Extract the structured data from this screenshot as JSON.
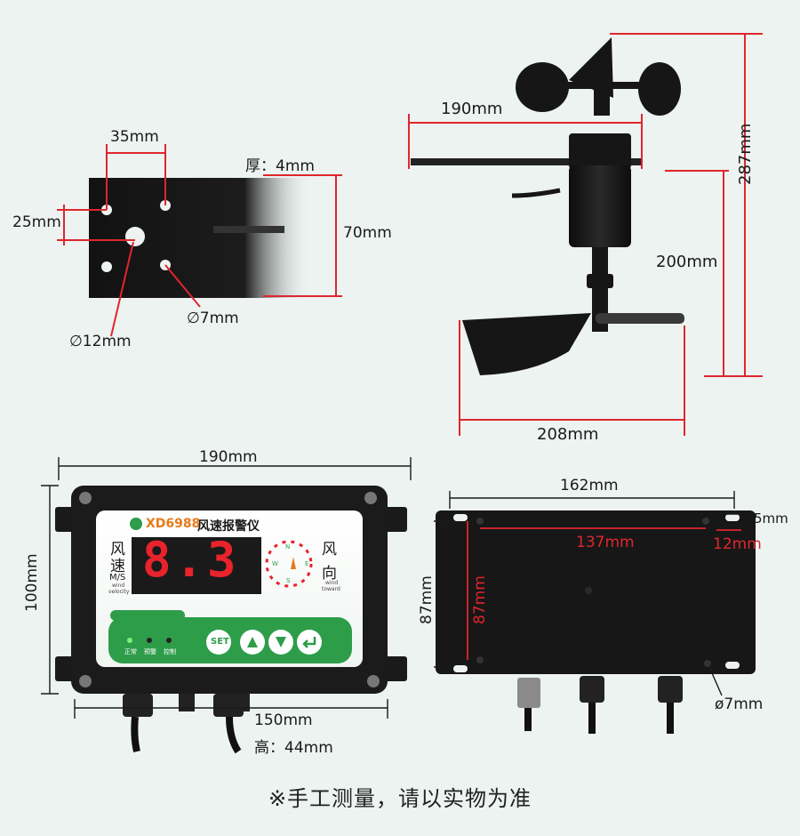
{
  "bracket": {
    "hole_spacing": "35mm",
    "hole_row_gap": "25mm",
    "thickness": "厚：4mm",
    "height": "70mm",
    "small_hole": "∅7mm",
    "big_hole": "∅12mm"
  },
  "sensor": {
    "cup_span": "190mm",
    "total_height": "287mm",
    "body_height": "200mm",
    "vane_length": "208mm"
  },
  "controller_front": {
    "width": "190mm",
    "height": "100mm",
    "inner_width": "150mm",
    "depth": "高：44mm",
    "model": "XD6988",
    "title": "风速报警仪",
    "left_label_1": "风",
    "left_label_2": "速",
    "unit": "M/S",
    "unit_sub_1": "wind",
    "unit_sub_2": "velocity",
    "display_value": "8.3",
    "right_label_1": "风",
    "right_label_2": "向",
    "right_sub_1": "wind",
    "right_sub_2": "toward",
    "compass_n": "N",
    "compass_e": "E",
    "compass_s": "S",
    "compass_w": "W",
    "indicator_1": "正常",
    "indicator_2": "预警",
    "indicator_3": "控制",
    "btn_set": "SET"
  },
  "controller_back": {
    "width": "162mm",
    "hole_spacing": "137mm",
    "slot_width": "12mm",
    "slot_height": "5mm",
    "height_outer": "87mm",
    "height_inner": "87mm",
    "hole": "ø7mm"
  },
  "footnote": "※手工测量，请以实物为准",
  "colors": {
    "dimension_red": "#e0262d",
    "panel_green": "#2e9d4a",
    "digit_red": "#e8232c"
  }
}
